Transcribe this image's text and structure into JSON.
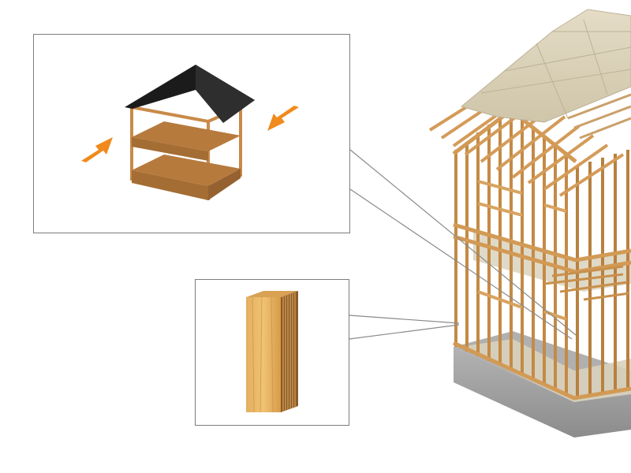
{
  "figure": {
    "subject": "wood-frame-house-cutaway",
    "insets": [
      {
        "id": "frame-box-inset",
        "icon": "box-frame-with-roof-icon",
        "arrows": 2
      },
      {
        "id": "lumber-inset",
        "icon": "laminated-lumber-post-icon"
      }
    ]
  },
  "colors": {
    "roof_dark": "#1b1b1b",
    "frame_wood": "#c98a4a",
    "floor_wood": "#b77a3d",
    "arrow_orange": "#f08a1c",
    "stud_wood": "#d6a55e",
    "sheathing": "#d9d2bd",
    "foundation": "#9a9a9a",
    "leader_line": "#8a8a8a"
  }
}
